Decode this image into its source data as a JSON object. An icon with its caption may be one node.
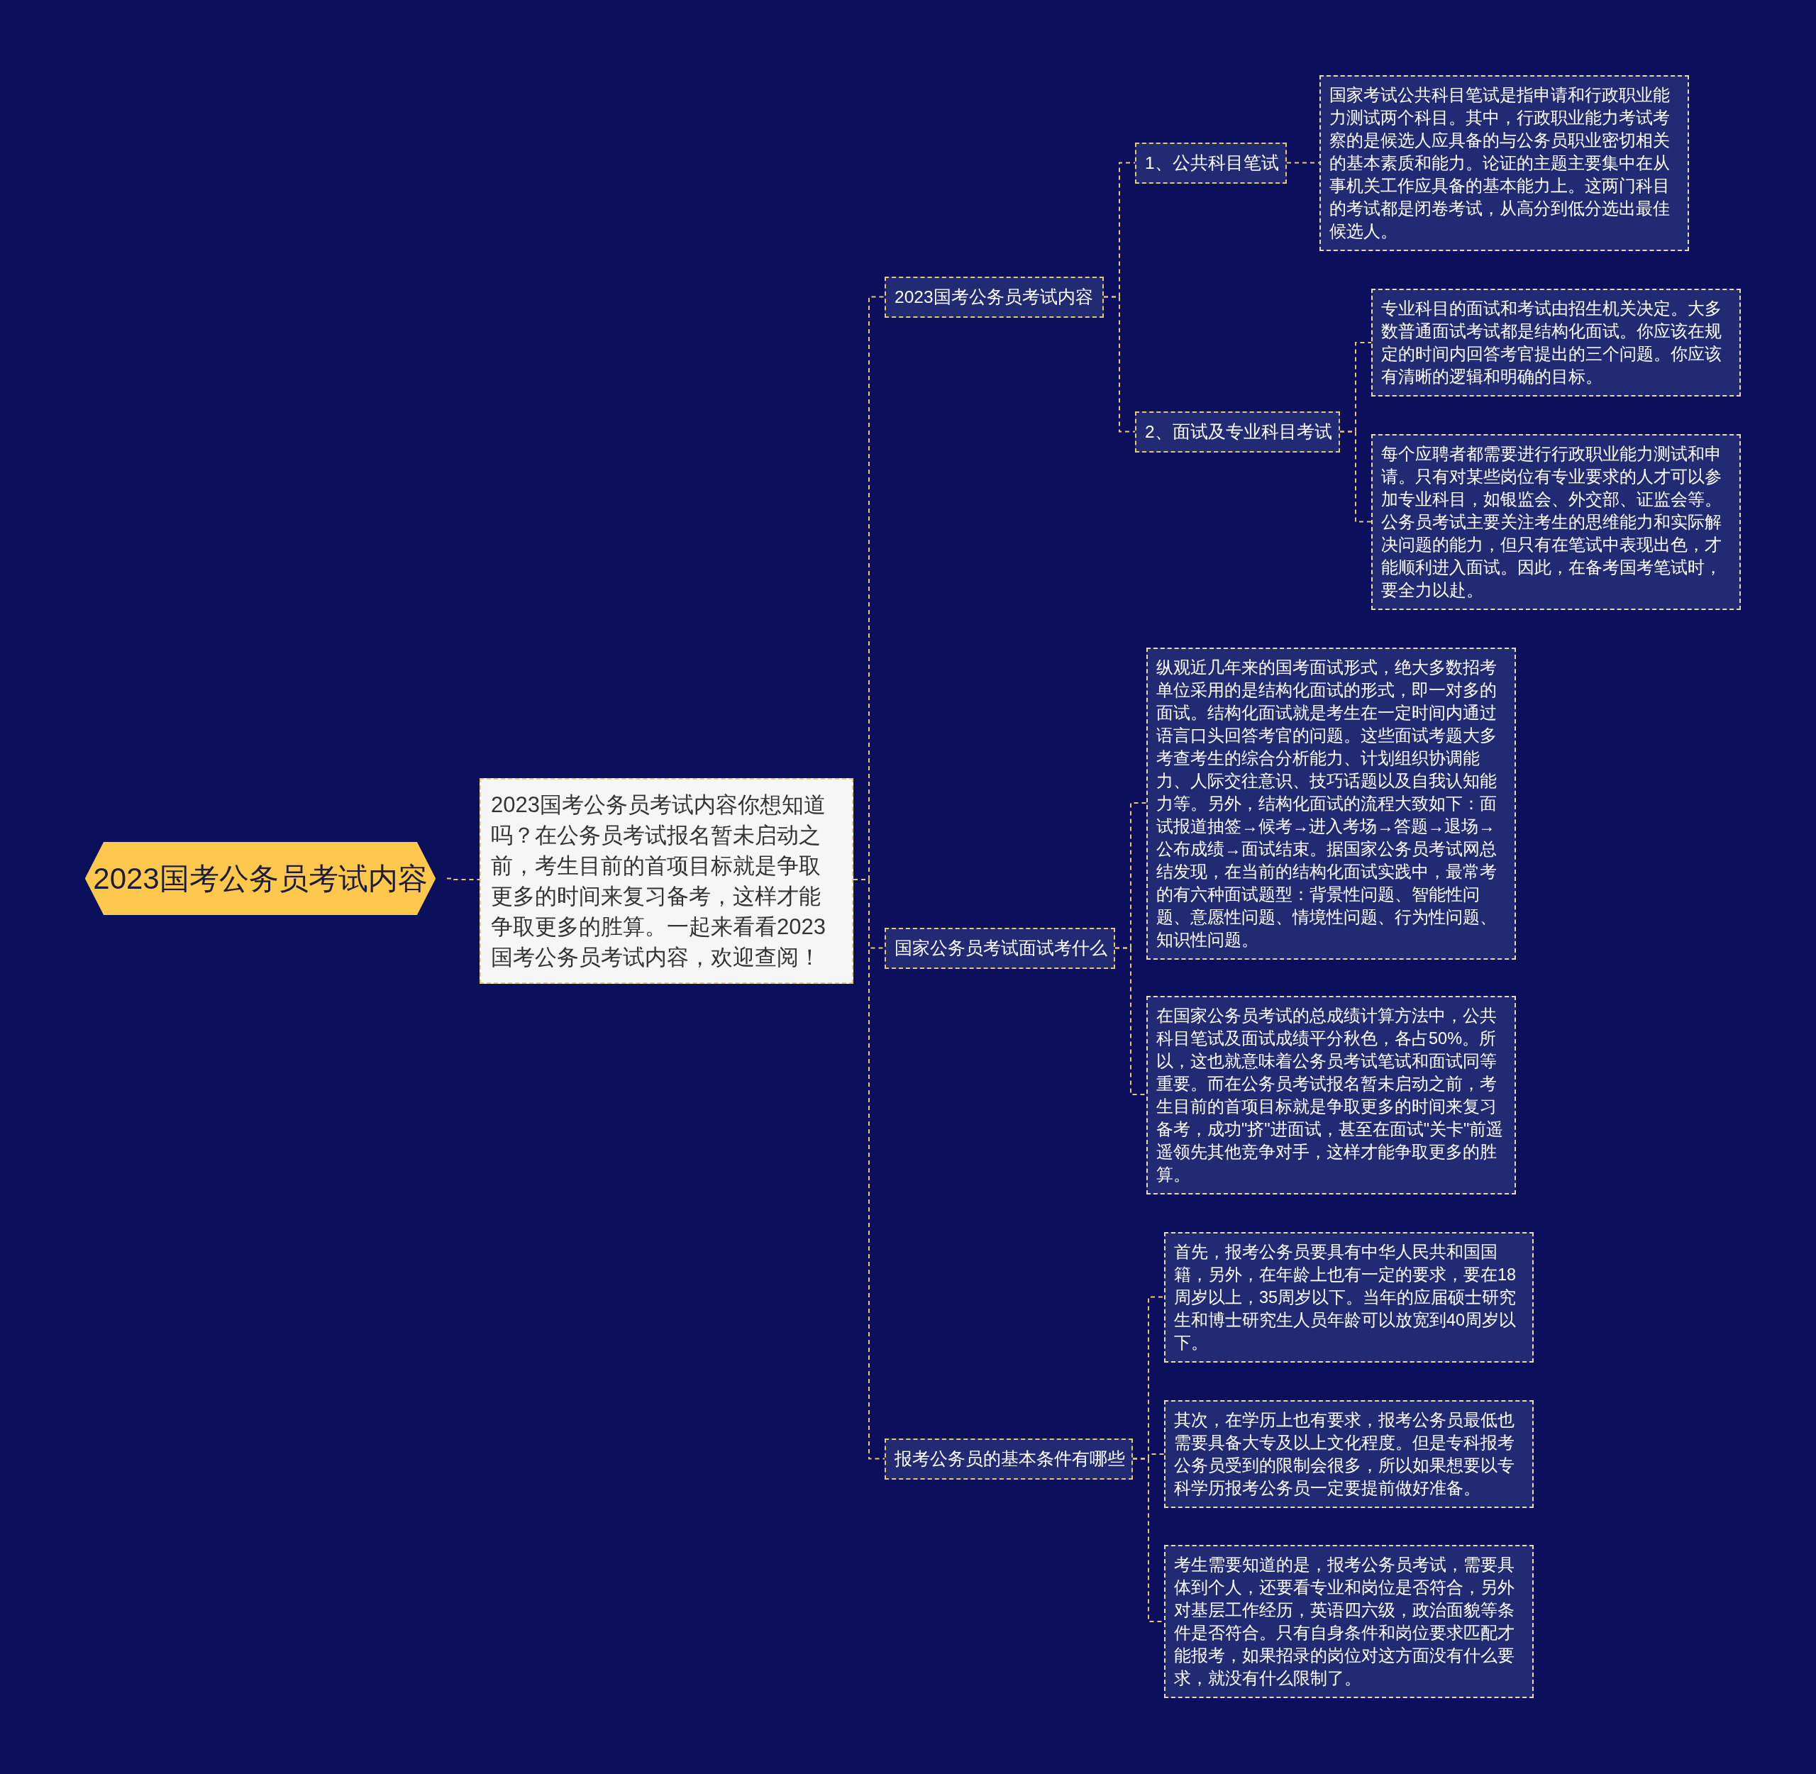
{
  "diagram": {
    "nodes": [
      {
        "text": [
          "2023国考公务员考试内容"
        ]
      },
      {
        "text": [
          "2023国考公务员考试内容你想知道吗？在公务员考试报名暂未启动之前，考生目前的首项目标就是争取更多的时间来复习备考，这样才能争取更多的胜算。一起来看看2023国考公务员考试内容，欢迎查阅！"
        ]
      },
      {
        "text": [
          "2023国考公务员考试内容"
        ]
      },
      {
        "text": [
          "1、公共科目笔试"
        ]
      },
      {
        "text": [
          "国家考试公共科目笔试是指申请和行政职业能力测试两个科目。其中，行政职业能力考试考察的是候选人应具备的与公务员职业密切相关的基本素质和能力。论证的主题主要集中在从事机关工作应具备的基本能力上。这两门科目的考试都是闭卷考试，从高分到低分选出最佳候选人。"
        ]
      },
      {
        "text": [
          "2、面试及专业科目考试"
        ]
      },
      {
        "text": [
          "专业科目的面试和考试由招生机关决定。大多数普通面试考试都是结构化面试。你应该在规定的时间内回答考官提出的三个问题。你应该有清晰的逻辑和明确的目标。"
        ]
      },
      {
        "text": [
          "每个应聘者都需要进行行政职业能力测试和申请。只有对某些岗位有专业要求的人才可以参加专业科目，如银监会、外交部、证监会等。公务员考试主要关注考生的思维能力和实际解决问题的能力，但只有在笔试中表现出色，才能顺利进入面试。因此，在备考国考笔试时，要全力以赴。"
        ]
      },
      {
        "text": [
          "国家公务员考试面试考什么"
        ]
      },
      {
        "text": [
          "纵观近几年来的国考面试形式，绝大多数招考单位采用的是结构化面试的形式，即一对多的面试。结构化面试就是考生在一定时间内通过语言口头回答考官的问题。这些面试考题大多考查考生的综合分析能力、计划组织协调能力、人际交往意识、技巧话题以及自我认知能力等。另外，结构化面试的流程大致如下：面试报道抽签→候考→进入考场→答题→退场→公布成绩→面试结束。据国家公务员考试网总结发现，在当前的结构化面试实践中，最常考的有六种面试题型：背景性问题、智能性问题、意愿性问题、情境性问题、行为性问题、知识性问题。"
        ]
      },
      {
        "text": [
          "在国家公务员考试的总成绩计算方法中，公共科目笔试及面试成绩平分秋色，各占50%。所以，这也就意味着公务员考试笔试和面试同等重要。而在公务员考试报名暂未启动之前，考生目前的首项目标就是争取更多的时间来复习备考，成功\"挤\"进面试，甚至在面试\"关卡\"前遥遥领先其他竞争对手，这样才能争取更多的胜算。"
        ]
      },
      {
        "text": [
          "报考公务员的基本条件有哪些"
        ]
      },
      {
        "text": [
          "首先，报考公务员要具有中华人民共和国国籍，另外，在年龄上也有一定的要求，要在18周岁以上，35周岁以下。当年的应届硕士研究生和博士研究生人员年龄可以放宽到40周岁以下。"
        ]
      },
      {
        "text": [
          "其次，在学历上也有要求，报考公务员最低也需要具备大专及以上文化程度。但是专科报考公务员受到的限制会很多，所以如果想要以专科学历报考公务员一定要提前做好准备。"
        ]
      },
      {
        "text": [
          "考生需要知道的是，报考公务员考试，需要具体到个人，还要看专业和岗位是否符合，另外对基层工作经历，英语四六级，政治面貌等条件是否符合。只有自身条件和岗位要求匹配才能报考，如果招录的岗位对这方面没有什么要求，就没有什么限制了。"
        ]
      }
    ],
    "edges": [
      {
        "from": 0,
        "to": 1,
        "arrow": "none"
      },
      {
        "from": 1,
        "to": 2,
        "arrow": "none"
      },
      {
        "from": 1,
        "to": 8,
        "arrow": "none"
      },
      {
        "from": 1,
        "to": 11,
        "arrow": "none"
      },
      {
        "from": 2,
        "to": 3,
        "arrow": "none"
      },
      {
        "from": 2,
        "to": 5,
        "arrow": "none"
      },
      {
        "from": 3,
        "to": 4,
        "arrow": "none"
      },
      {
        "from": 5,
        "to": 6,
        "arrow": "none"
      },
      {
        "from": 5,
        "to": 7,
        "arrow": "none"
      },
      {
        "from": 8,
        "to": 9,
        "arrow": "none"
      },
      {
        "from": 8,
        "to": 10,
        "arrow": "none"
      },
      {
        "from": 11,
        "to": 12,
        "arrow": "none"
      },
      {
        "from": 11,
        "to": 13,
        "arrow": "none"
      },
      {
        "from": 11,
        "to": 14,
        "arrow": "none"
      }
    ]
  }
}
